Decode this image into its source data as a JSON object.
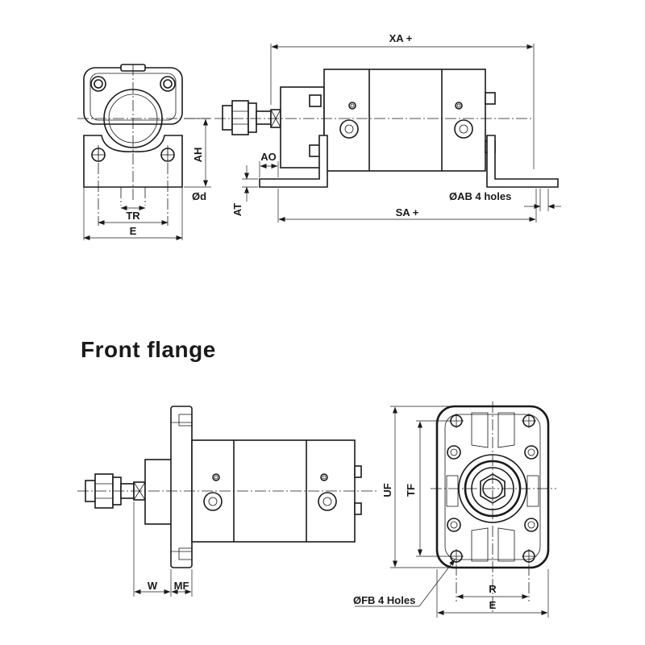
{
  "section_title": "Front flange",
  "foot_view": {
    "dims": {
      "xa": "XA +",
      "sa": "SA +",
      "ah": "AH",
      "d": "Ød",
      "tr": "TR",
      "e": "E",
      "ao": "AO",
      "at": "AT",
      "ab_holes": "ØAB 4 holes"
    }
  },
  "flange_view": {
    "dims": {
      "w": "W",
      "mf": "MF",
      "uf": "UF",
      "tf": "TF",
      "r": "R",
      "e": "E",
      "fb_holes": "ØFB 4 Holes"
    }
  }
}
